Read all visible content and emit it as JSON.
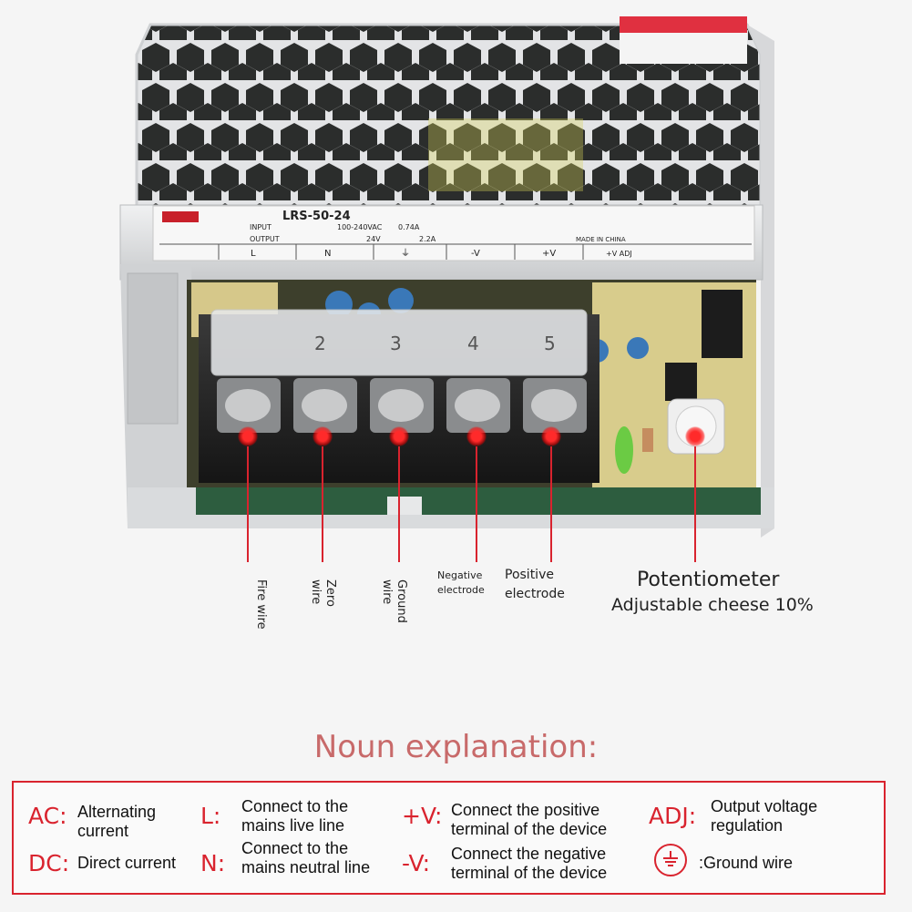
{
  "label": {
    "model": "LRS-50-24",
    "input_header": "INPUT",
    "input_spec": "100-240VAC",
    "input_current": "0.74A",
    "output_header": "OUTPUT",
    "output_spec": "24V",
    "output_current": "2.2A",
    "made_in": "MADE IN CHINA",
    "terminals": [
      "L",
      "N",
      "⏚",
      "-V",
      "+V",
      "+V ADJ"
    ],
    "terminal_numbers": [
      "2",
      "3",
      "4",
      "5"
    ]
  },
  "callouts": {
    "fire_wire": "Fire wire",
    "zero_wire": "Zero wire",
    "ground_wire": "Ground wire",
    "negative_electrode": "Negative electrode",
    "positive_electrode": "Positive electrode",
    "potentiometer": "Potentiometer",
    "potentiometer_note": "Adjustable cheese 10%"
  },
  "explanation": {
    "title": "Noun explanation:",
    "items": [
      {
        "term": "AC:",
        "desc": "Alternating current"
      },
      {
        "term": "DC:",
        "desc": "Direct current"
      },
      {
        "term": "L:",
        "desc": "Connect to the mains live line"
      },
      {
        "term": "N:",
        "desc": "Connect to the mains neutral line"
      },
      {
        "term": "+V:",
        "desc": "Connect the positive terminal of the device"
      },
      {
        "term": "-V:",
        "desc": "Connect the negative terminal of the device"
      },
      {
        "term": "ADJ:",
        "desc": "Output voltage regulation"
      },
      {
        "term": "",
        "desc": "Ground wire"
      }
    ]
  },
  "colors": {
    "accent_red": "#d9232e",
    "title_pink": "#c86a6a"
  }
}
